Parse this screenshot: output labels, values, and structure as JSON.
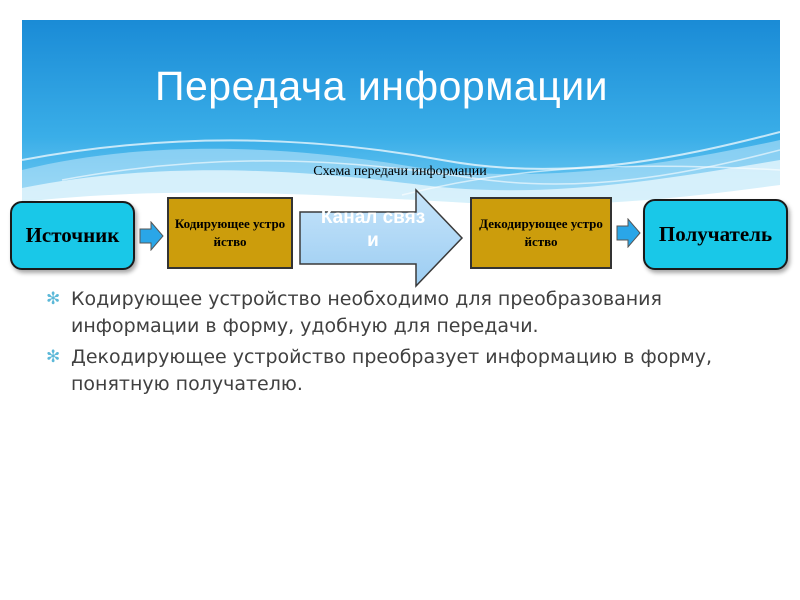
{
  "slide": {
    "title": "Передача информации",
    "diagram_caption": "Схема передачи информации"
  },
  "diagram": {
    "source": "Источник",
    "encoder": "Кодирующее устройство",
    "channel": "Канал связи",
    "decoder": "Декодирующее устройство",
    "receiver": "Получатель"
  },
  "bullets": [
    "Кодирующее устройство необходимо для преобразования информации в форму, удобную для передачи.",
    "Декодирующее устройство преобразует информацию в форму, понятную получателю."
  ],
  "colors": {
    "header_blue": "#1f8fd6",
    "rounded_box": "#19c8e8",
    "device_box": "#cc9d0c",
    "arrow_fill": "#a8d4f4",
    "small_arrow": "#2aa6e8",
    "bullet_mark": "#5bb8d8",
    "body_text": "#404040"
  }
}
